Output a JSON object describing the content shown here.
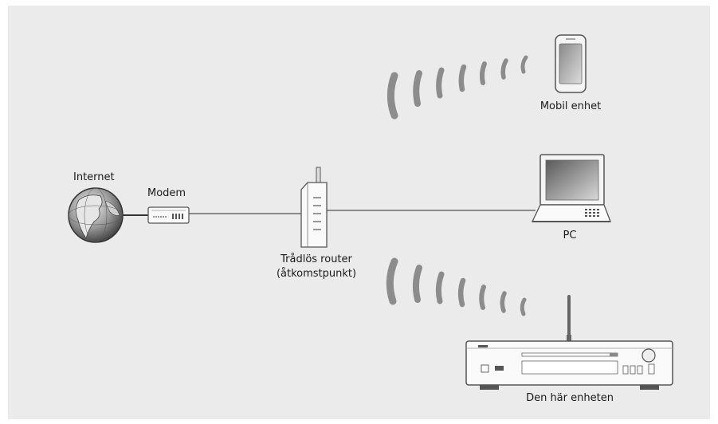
{
  "labels": {
    "internet": "Internet",
    "modem": "Modem",
    "router_line1": "Trådlös router",
    "router_line2": "(åtkomstpunkt)",
    "mobile": "Mobil enhet",
    "pc": "PC",
    "device": "Den här enheten"
  },
  "colors": {
    "background": "#ebebeb",
    "wave": "#8c8c8c",
    "line": "#8c8c8c",
    "outline": "#555555"
  },
  "icons": [
    "globe-icon",
    "modem-icon",
    "router-icon",
    "phone-icon",
    "laptop-icon",
    "network-player-icon",
    "wifi-waves-icon"
  ]
}
